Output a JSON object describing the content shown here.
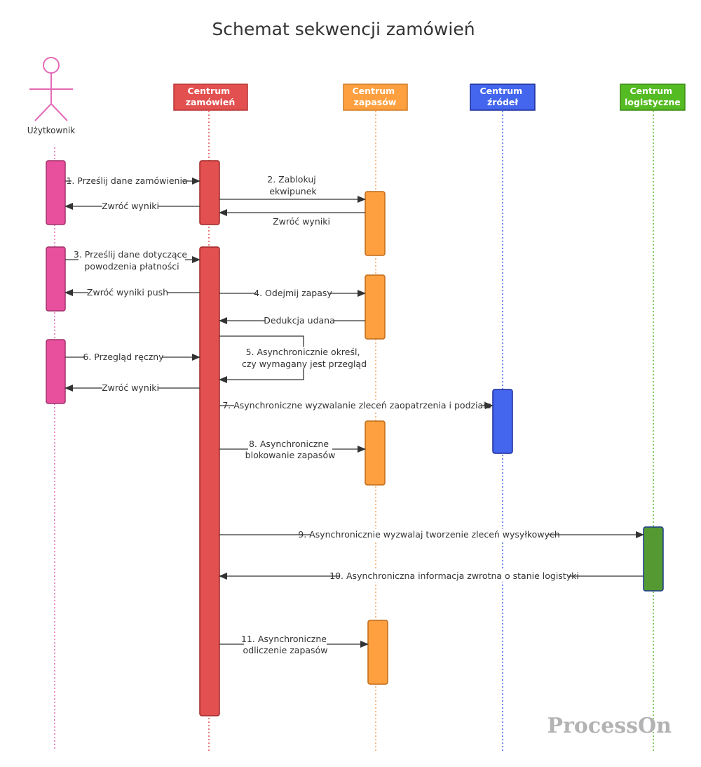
{
  "title": "Schemat sekwencji zamówień",
  "watermark": "ProcessOn",
  "actor": {
    "label": "Użytkownik",
    "color": "#e46ab6",
    "icon": "stick-figure-icon"
  },
  "participants": [
    {
      "id": "orders",
      "line1": "Centrum",
      "line2": "zamówień",
      "fill": "#e25050",
      "stroke": "#b83232",
      "line_color": "#e25050"
    },
    {
      "id": "stock",
      "line1": "Centrum",
      "line2": "zapasów",
      "fill": "#ffa040",
      "stroke": "#d07a20",
      "line_color": "#f4a460"
    },
    {
      "id": "sources",
      "line1": "Centrum",
      "line2": "źródeł",
      "fill": "#4466ee",
      "stroke": "#1a2a99",
      "line_color": "#4466ee"
    },
    {
      "id": "logistics",
      "line1": "Centrum",
      "line2": "logistyczne",
      "fill": "#55bb22",
      "stroke": "#3a8a14",
      "line_color": "#55bb22"
    }
  ],
  "messages": [
    {
      "id": "m1",
      "lines": [
        "1. Prześlij dane zamówienia"
      ]
    },
    {
      "id": "m1r",
      "lines": [
        "Zwróć wyniki"
      ]
    },
    {
      "id": "m2",
      "lines": [
        "2. Zablokuj",
        "ekwipunek"
      ]
    },
    {
      "id": "m2r",
      "lines": [
        "Zwróć wyniki"
      ]
    },
    {
      "id": "m3",
      "lines": [
        "3. Prześlij dane dotyczące",
        "powodzenia płatności"
      ]
    },
    {
      "id": "m3r",
      "lines": [
        "Zwróć wyniki push"
      ]
    },
    {
      "id": "m4",
      "lines": [
        "4. Odejmij zapasy"
      ]
    },
    {
      "id": "m4r",
      "lines": [
        "Dedukcja udana"
      ]
    },
    {
      "id": "m5",
      "lines": [
        "5. Asynchronicznie określ,",
        "czy wymagany jest przegląd"
      ]
    },
    {
      "id": "m6",
      "lines": [
        "6. Przegląd ręczny"
      ]
    },
    {
      "id": "m6r",
      "lines": [
        "Zwróć wyniki"
      ]
    },
    {
      "id": "m7",
      "lines": [
        "7. Asynchroniczne wyzwalanie zleceń zaopatrzenia i podziału"
      ]
    },
    {
      "id": "m8",
      "lines": [
        "8. Asynchroniczne",
        "blokowanie zapasów"
      ]
    },
    {
      "id": "m9",
      "lines": [
        "9. Asynchronicznie wyzwalaj tworzenie zleceń wysyłkowych"
      ]
    },
    {
      "id": "m10",
      "lines": [
        "10. Asynchroniczna informacja zwrotna o stanie logistyki"
      ]
    },
    {
      "id": "m11",
      "lines": [
        "11. Asynchroniczne",
        "odliczenie zapasów"
      ]
    }
  ]
}
